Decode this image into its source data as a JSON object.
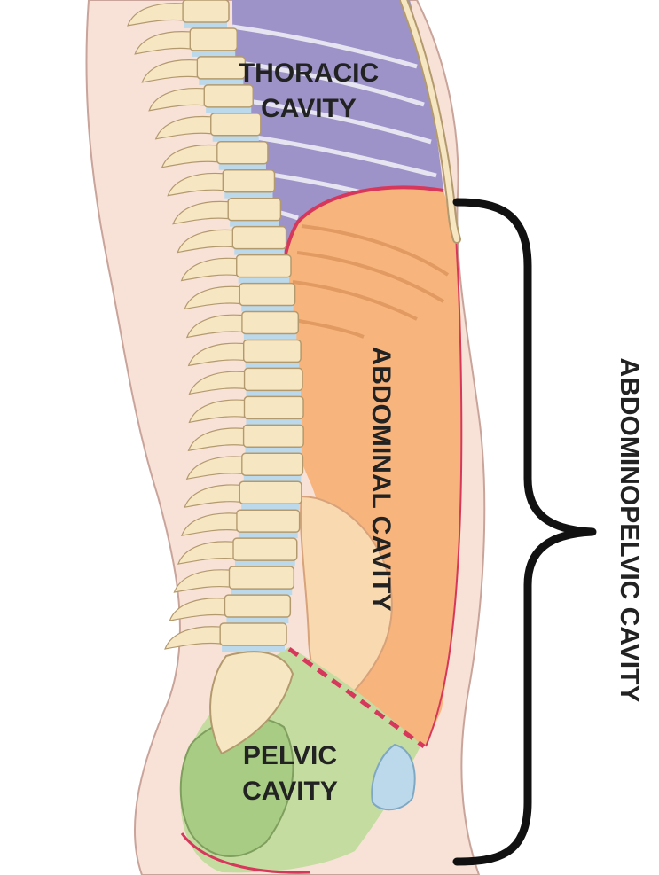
{
  "labels": {
    "thoracic_line1": "THORACIC",
    "thoracic_line2": "CAVITY",
    "abdominal": "ABDOMINAL CAVITY",
    "pelvic_line1": "PELVIC",
    "pelvic_line2": "CAVITY",
    "abdominopelvic": "ABDOMINOPELVIC CAVITY"
  },
  "colors": {
    "skin": "#f8e2d8",
    "skin_outline": "#c9a49a",
    "thoracic": "#9d93c8",
    "abdominal": "#f7b57d",
    "pelvic": "#c5dca0",
    "pelvic_dark": "#a8cc83",
    "bone": "#f7e6c2",
    "bone_outline": "#b39a6e",
    "disc": "#bcd9ec",
    "membrane": "#d6375b",
    "bracket": "#111111"
  }
}
